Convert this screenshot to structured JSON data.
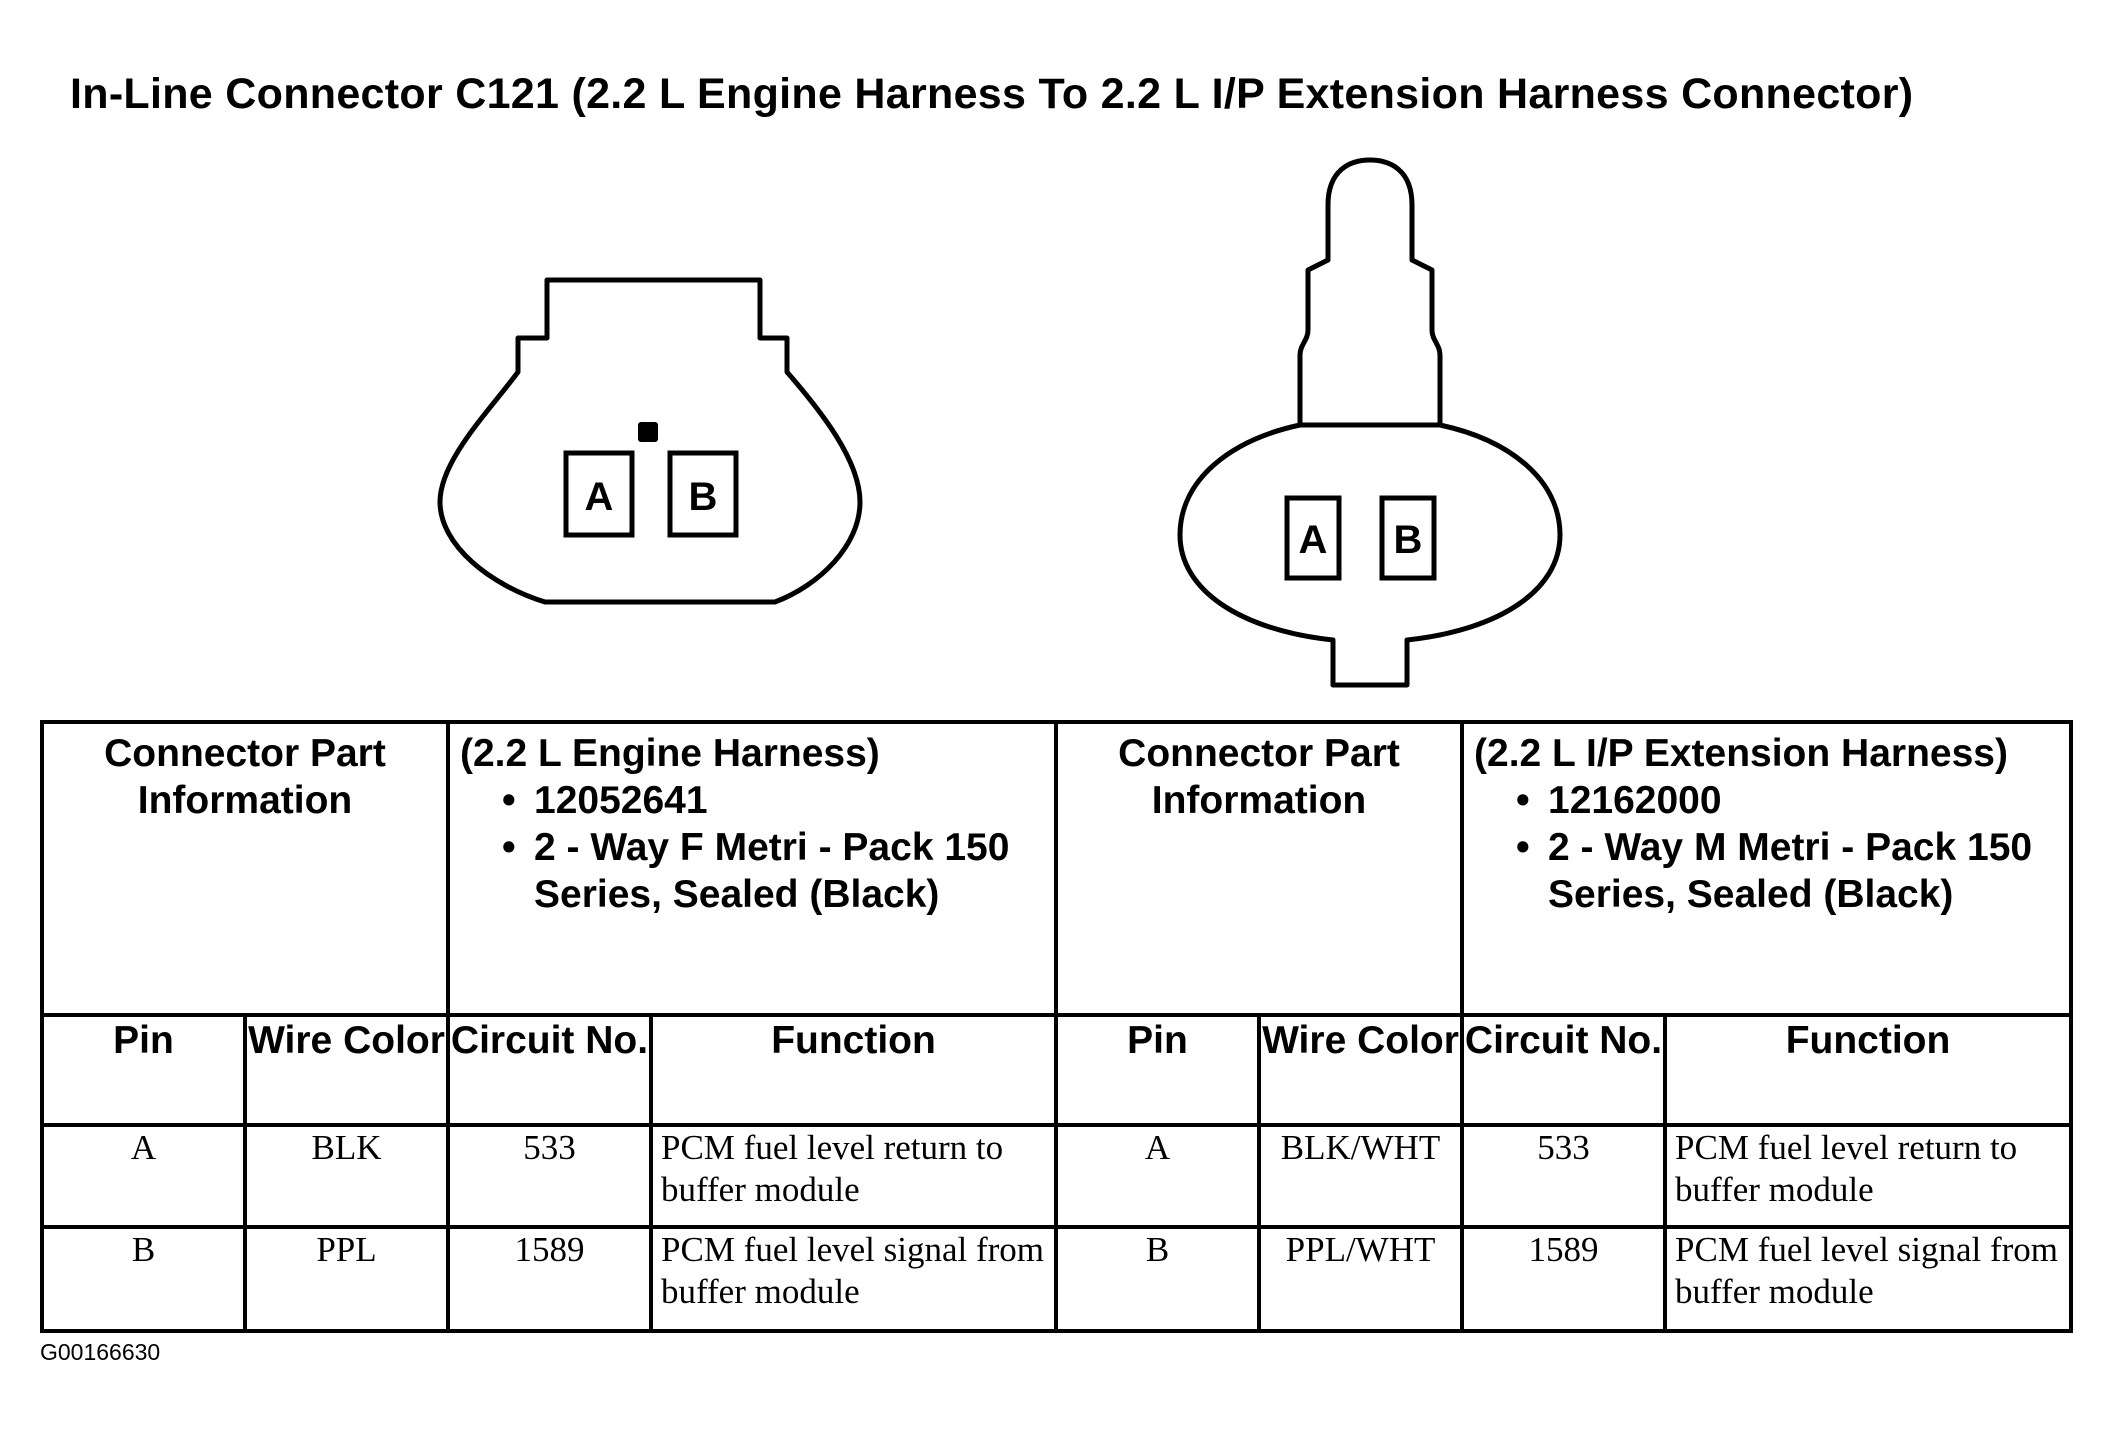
{
  "title": "In-Line Connector C121 (2.2 L Engine Harness To 2.2 L I/P Extension Harness Connector)",
  "connectors": {
    "left": {
      "pins": [
        "A",
        "B"
      ]
    },
    "right": {
      "pins": [
        "A",
        "B"
      ]
    }
  },
  "table": {
    "left": {
      "part_info_label": "Connector Part Information",
      "harness": "(2.2 L Engine Harness)",
      "part_number": "12052641",
      "description": "2 - Way F Metri - Pack 150 Series, Sealed (Black)"
    },
    "right": {
      "part_info_label": "Connector Part Information",
      "harness": "(2.2 L I/P Extension Harness)",
      "part_number": "12162000",
      "description": "2 - Way M Metri - Pack 150 Series, Sealed (Black)"
    },
    "columns": {
      "pin": "Pin",
      "wire_color": "Wire Color",
      "circuit_no": "Circuit No.",
      "function": "Function"
    },
    "rows": [
      {
        "left": {
          "pin": "A",
          "wire_color": "BLK",
          "circuit": "533",
          "function": "PCM fuel level return to buffer module"
        },
        "right": {
          "pin": "A",
          "wire_color": "BLK/WHT",
          "circuit": "533",
          "function": "PCM fuel level return to buffer module"
        }
      },
      {
        "left": {
          "pin": "B",
          "wire_color": "PPL",
          "circuit": "1589",
          "function": "PCM fuel level signal from buffer module"
        },
        "right": {
          "pin": "B",
          "wire_color": "PPL/WHT",
          "circuit": "1589",
          "function": "PCM fuel level signal from buffer module"
        }
      }
    ]
  },
  "figure_id": "G00166630"
}
